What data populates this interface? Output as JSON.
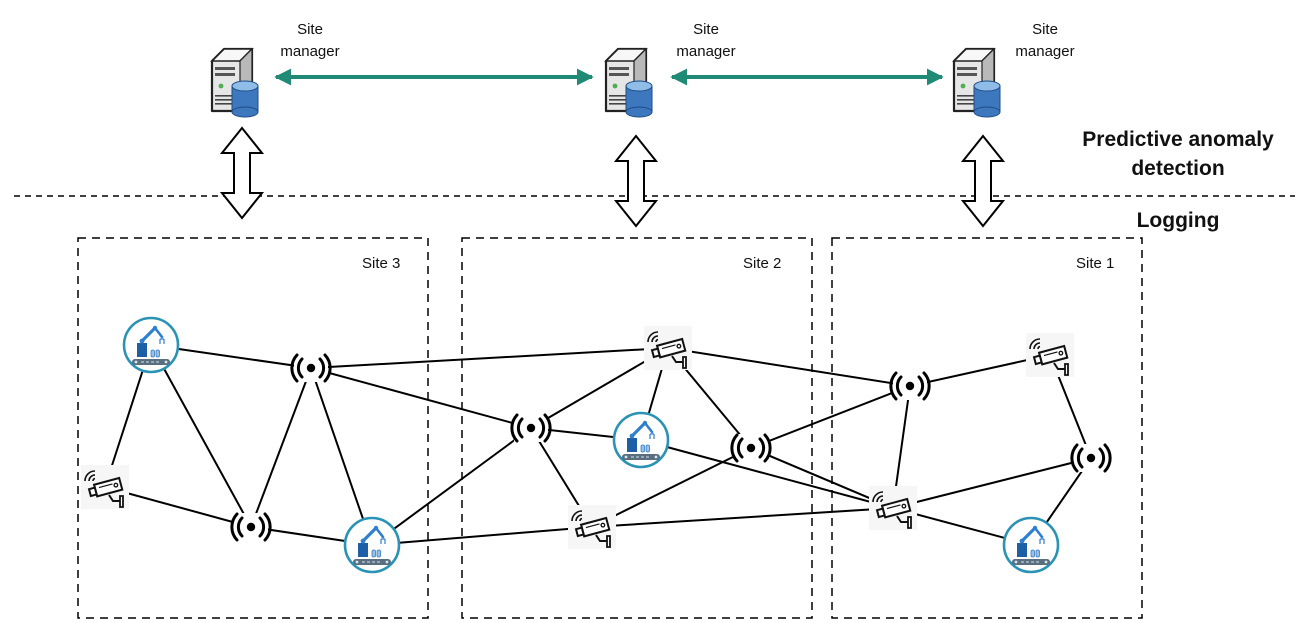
{
  "managers": [
    {
      "id": "m3",
      "label_line1": "Site",
      "label_line2": "manager",
      "site": "Site 3"
    },
    {
      "id": "m2",
      "label_line1": "Site",
      "label_line2": "manager",
      "site": "Site 2"
    },
    {
      "id": "m1",
      "label_line1": "Site",
      "label_line2": "manager",
      "site": "Site 1"
    }
  ],
  "layers": {
    "upper_line1": "Predictive anomaly",
    "upper_line2": "detection",
    "lower": "Logging"
  },
  "sites": [
    {
      "id": "s3",
      "label": "Site 3"
    },
    {
      "id": "s2",
      "label": "Site 2"
    },
    {
      "id": "s1",
      "label": "Site 1"
    }
  ],
  "colors": {
    "peer_arrow": "#1f8a76",
    "robot_ring": "#2a93b5",
    "robot_body": "#1d5fa6",
    "line": "#000000"
  },
  "node_types": {
    "robot": "industrial-robot-icon",
    "camera": "wireless-camera-icon",
    "antenna": "wireless-antenna-icon",
    "server": "server-database-icon"
  },
  "nodes": [
    {
      "id": "r3a",
      "type": "robot",
      "site": "Site 3"
    },
    {
      "id": "c3a",
      "type": "camera",
      "site": "Site 3"
    },
    {
      "id": "a3a",
      "type": "antenna",
      "site": "Site 3"
    },
    {
      "id": "a3b",
      "type": "antenna",
      "site": "Site 3"
    },
    {
      "id": "r3b",
      "type": "robot",
      "site": "Site 3"
    },
    {
      "id": "c2a",
      "type": "camera",
      "site": "Site 2"
    },
    {
      "id": "a2a",
      "type": "antenna",
      "site": "Site 2"
    },
    {
      "id": "r2a",
      "type": "robot",
      "site": "Site 2"
    },
    {
      "id": "a2b",
      "type": "antenna",
      "site": "Site 2"
    },
    {
      "id": "c2b",
      "type": "camera",
      "site": "Site 2"
    },
    {
      "id": "a1a",
      "type": "antenna",
      "site": "Site 1"
    },
    {
      "id": "c1a",
      "type": "camera",
      "site": "Site 1"
    },
    {
      "id": "a1b",
      "type": "antenna",
      "site": "Site 1"
    },
    {
      "id": "c1b",
      "type": "camera",
      "site": "Site 1"
    },
    {
      "id": "r1a",
      "type": "robot",
      "site": "Site 1"
    }
  ],
  "edges": [
    [
      "r3a",
      "a3a"
    ],
    [
      "r3a",
      "c3a"
    ],
    [
      "r3a",
      "a3b"
    ],
    [
      "c3a",
      "a3b"
    ],
    [
      "a3b",
      "a3a"
    ],
    [
      "a3b",
      "r3b"
    ],
    [
      "a3a",
      "r3b"
    ],
    [
      "a3a",
      "c2a"
    ],
    [
      "a3a",
      "a2a"
    ],
    [
      "r3b",
      "a2a"
    ],
    [
      "r3b",
      "c2b"
    ],
    [
      "a2a",
      "c2a"
    ],
    [
      "a2a",
      "r2a"
    ],
    [
      "a2a",
      "c2b"
    ],
    [
      "c2a",
      "r2a"
    ],
    [
      "c2a",
      "a2b"
    ],
    [
      "c2a",
      "a1a"
    ],
    [
      "c2b",
      "a2b"
    ],
    [
      "r2a",
      "c1b"
    ],
    [
      "a2b",
      "a1a"
    ],
    [
      "a2b",
      "c1b"
    ],
    [
      "c2b",
      "c1b"
    ],
    [
      "a1a",
      "c1a"
    ],
    [
      "a1a",
      "c1b"
    ],
    [
      "c1a",
      "a1b"
    ],
    [
      "a1b",
      "c1b"
    ],
    [
      "a1b",
      "r1a"
    ],
    [
      "c1b",
      "r1a"
    ]
  ]
}
